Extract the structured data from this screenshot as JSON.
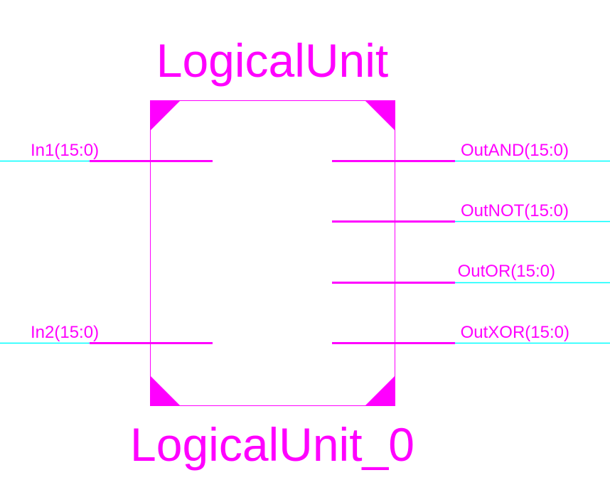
{
  "symbol": {
    "title": "LogicalUnit",
    "instance": "LogicalUnit_0",
    "colors": {
      "body": "#ff00ff",
      "wire": "#00ffff",
      "background": "#ffffff"
    },
    "inputs": [
      {
        "name": "In1(15:0)"
      },
      {
        "name": "In2(15:0)"
      }
    ],
    "outputs": [
      {
        "name": "OutAND(15:0)"
      },
      {
        "name": "OutNOT(15:0)"
      },
      {
        "name": "OutOR(15:0)"
      },
      {
        "name": "OutXOR(15:0)"
      }
    ]
  }
}
